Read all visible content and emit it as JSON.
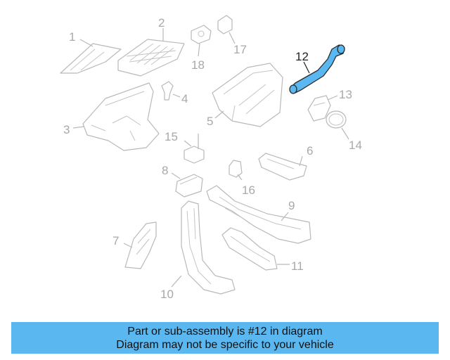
{
  "diagram": {
    "callouts": [
      "1",
      "2",
      "3",
      "4",
      "5",
      "6",
      "7",
      "8",
      "9",
      "10",
      "11",
      "12",
      "13",
      "14",
      "15",
      "16",
      "17",
      "18"
    ],
    "highlighted_callout": "12",
    "highlight_color": "#5ab7f0",
    "line_color": "#b9b9b9"
  },
  "banner": {
    "line1": "Part or sub-assembly is #12 in diagram",
    "line2": "Diagram may not be specific to your vehicle",
    "background": "#5ab7f0"
  }
}
